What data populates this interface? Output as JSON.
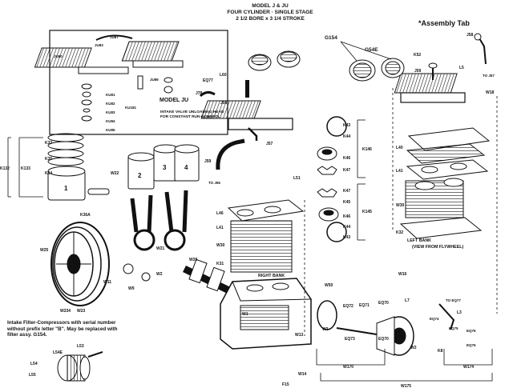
{
  "header": {
    "title": "MODEL J & JU",
    "line2": "FOUR CYLINDER · SINGLE STAGE",
    "line3": "2 1/2 BORE x 3 1/4 STROKE"
  },
  "assembly_tab": "*Assembly Tab",
  "inset": {
    "model_label": "MODEL JU",
    "note": "INTAKE VALVE UNLOADING HEAD FOR CONSTANT RUN CONTROL"
  },
  "filter_note": "Intake Filter-Compressors with serial number without prefix letter \"B\". May be replaced with filter assy. G154.",
  "bank_labels": {
    "right": "RIGHT BANK",
    "left": "LEFT BANK",
    "view": "(VIEW FROM FLYWHEEL)"
  },
  "piston_numbers": [
    "1",
    "2",
    "3",
    "4"
  ],
  "parts": {
    "g154": "G154",
    "g54e": "G54E",
    "j58": "J58",
    "k52": "K52",
    "j59": "J59",
    "l5": "L5",
    "to_j57": "TO J57",
    "w18": "W18",
    "l60": "L60",
    "eq77": "EQ77",
    "j78": "J78",
    "to_j76": "TO J76",
    "j56": "J56",
    "j57": "J57",
    "j59b": "J59",
    "to_j56": "TO J56",
    "k43": "K43",
    "k44": "K44",
    "k46": "K46",
    "k47": "K47",
    "k146": "K146",
    "l51": "L51",
    "k47b": "K47",
    "k45": "K45",
    "k46b": "K46",
    "k44b": "K44",
    "k43b": "K43",
    "k145": "K145",
    "l40": "L40",
    "l41": "L41",
    "w30": "W30",
    "k32": "K32",
    "l46": "L46",
    "l41b": "L41",
    "w30b": "W30",
    "k31": "K31",
    "k33": "K33",
    "k34": "K34",
    "k35": "K35",
    "k132": "K132",
    "k133": "K133",
    "k36a": "K36A",
    "w25": "W25",
    "w22": "W22",
    "w21": "W21",
    "w20": "W20",
    "w11": "W11",
    "w9": "W9",
    "w2": "W2",
    "w234": "W234",
    "w23": "W23",
    "w1": "W1",
    "w13": "W13",
    "w3": "W3",
    "w50": "W50",
    "eq72": "EQ72",
    "eq71": "EQ71",
    "eq70": "EQ70",
    "eq73": "EQ73",
    "eq70b": "EQ70",
    "w170": "W170",
    "w14": "W14",
    "f15": "F15",
    "w175": "W175",
    "w2b": "W2",
    "k8": "K8",
    "l7": "L7",
    "to_eq77": "TO EQ77",
    "l3": "L3",
    "eq74": "EQ74",
    "eq75": "EQ75",
    "eq76": "EQ76",
    "eq76b": "EQ76",
    "w174": "W174",
    "w16": "W16",
    "l53": "L53",
    "l54e": "L54E",
    "l54": "L54",
    "l55": "L55",
    "ju87": "JU87",
    "ju80": "JU80",
    "ju83": "JU83",
    "ju86": "JU86",
    "ku81": "KU81",
    "ku82": "KU82",
    "ku83": "KU83",
    "ku84": "KU84",
    "ku85": "KU85",
    "ku181": "KU181"
  }
}
